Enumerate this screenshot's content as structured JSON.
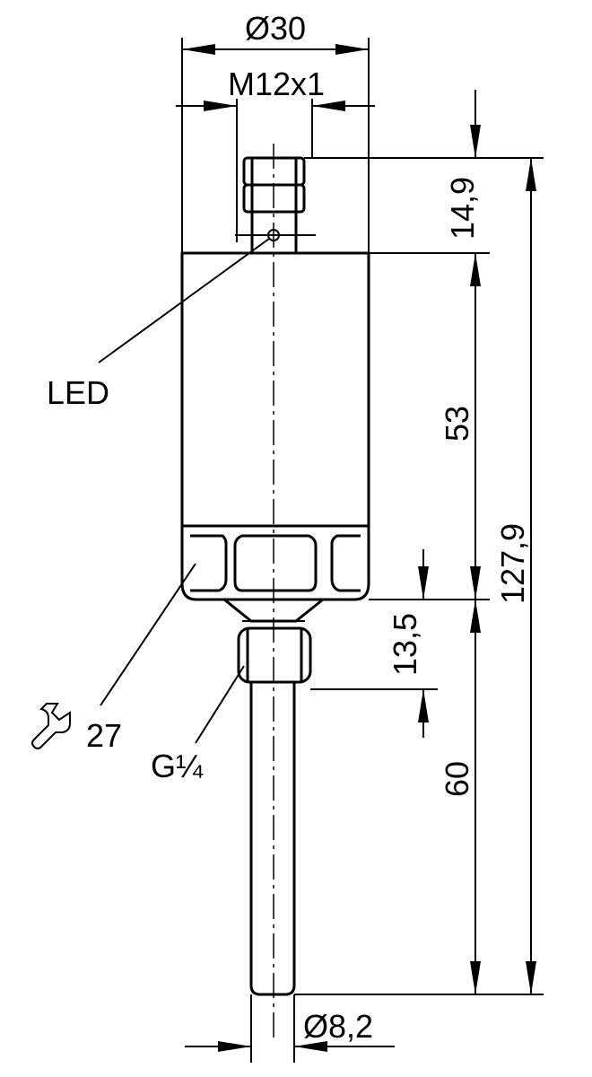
{
  "labels": {
    "body_diameter": "Ø30",
    "thread_connector": "M12x1",
    "led": "LED",
    "wrench_size": "27",
    "process_thread": "G¼",
    "probe_diameter": "Ø8,2"
  },
  "dimensions": {
    "connector_height": "14,9",
    "housing_height": "53",
    "hex_height": "13,5",
    "probe_length": "60",
    "total_length": "127,9"
  },
  "icons": {
    "wrench": "wrench-icon"
  }
}
